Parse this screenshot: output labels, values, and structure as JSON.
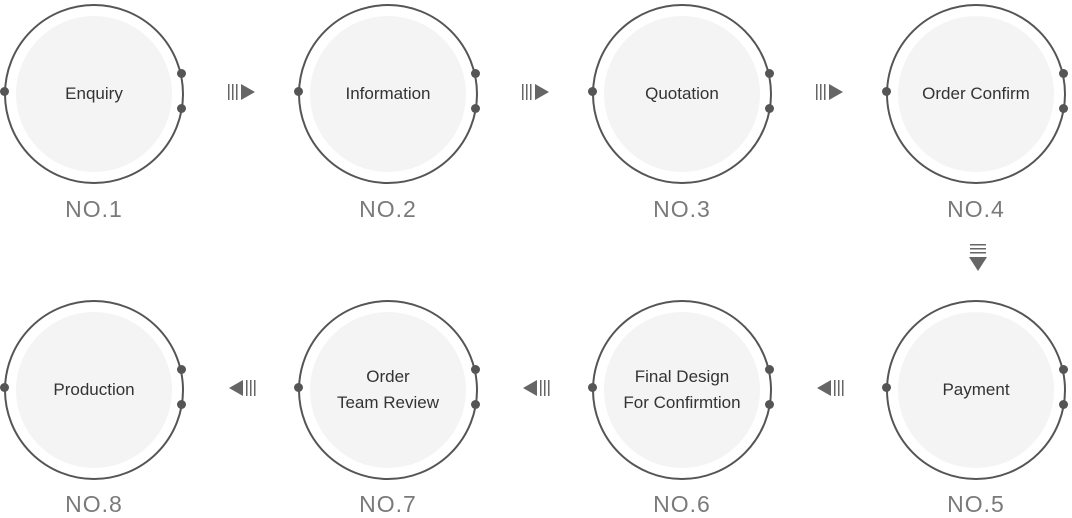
{
  "colors": {
    "ring": "#555555",
    "disc": "#f4f4f4",
    "label": "#333333",
    "number": "#7a7a7a",
    "arrow": "#666666"
  },
  "steps": [
    {
      "label": "Enquiry",
      "number": "NO.1"
    },
    {
      "label": "Information",
      "number": "NO.2"
    },
    {
      "label": "Quotation",
      "number": "NO.3"
    },
    {
      "label": "Order Confirm",
      "number": "NO.4"
    },
    {
      "label": "Payment",
      "number": "NO.5"
    },
    {
      "label": "Final Design\nFor Confirmtion",
      "number": "NO.6"
    },
    {
      "label": "Order\nTeam Review",
      "number": "NO.7"
    },
    {
      "label": "Production",
      "number": "NO.8"
    }
  ]
}
